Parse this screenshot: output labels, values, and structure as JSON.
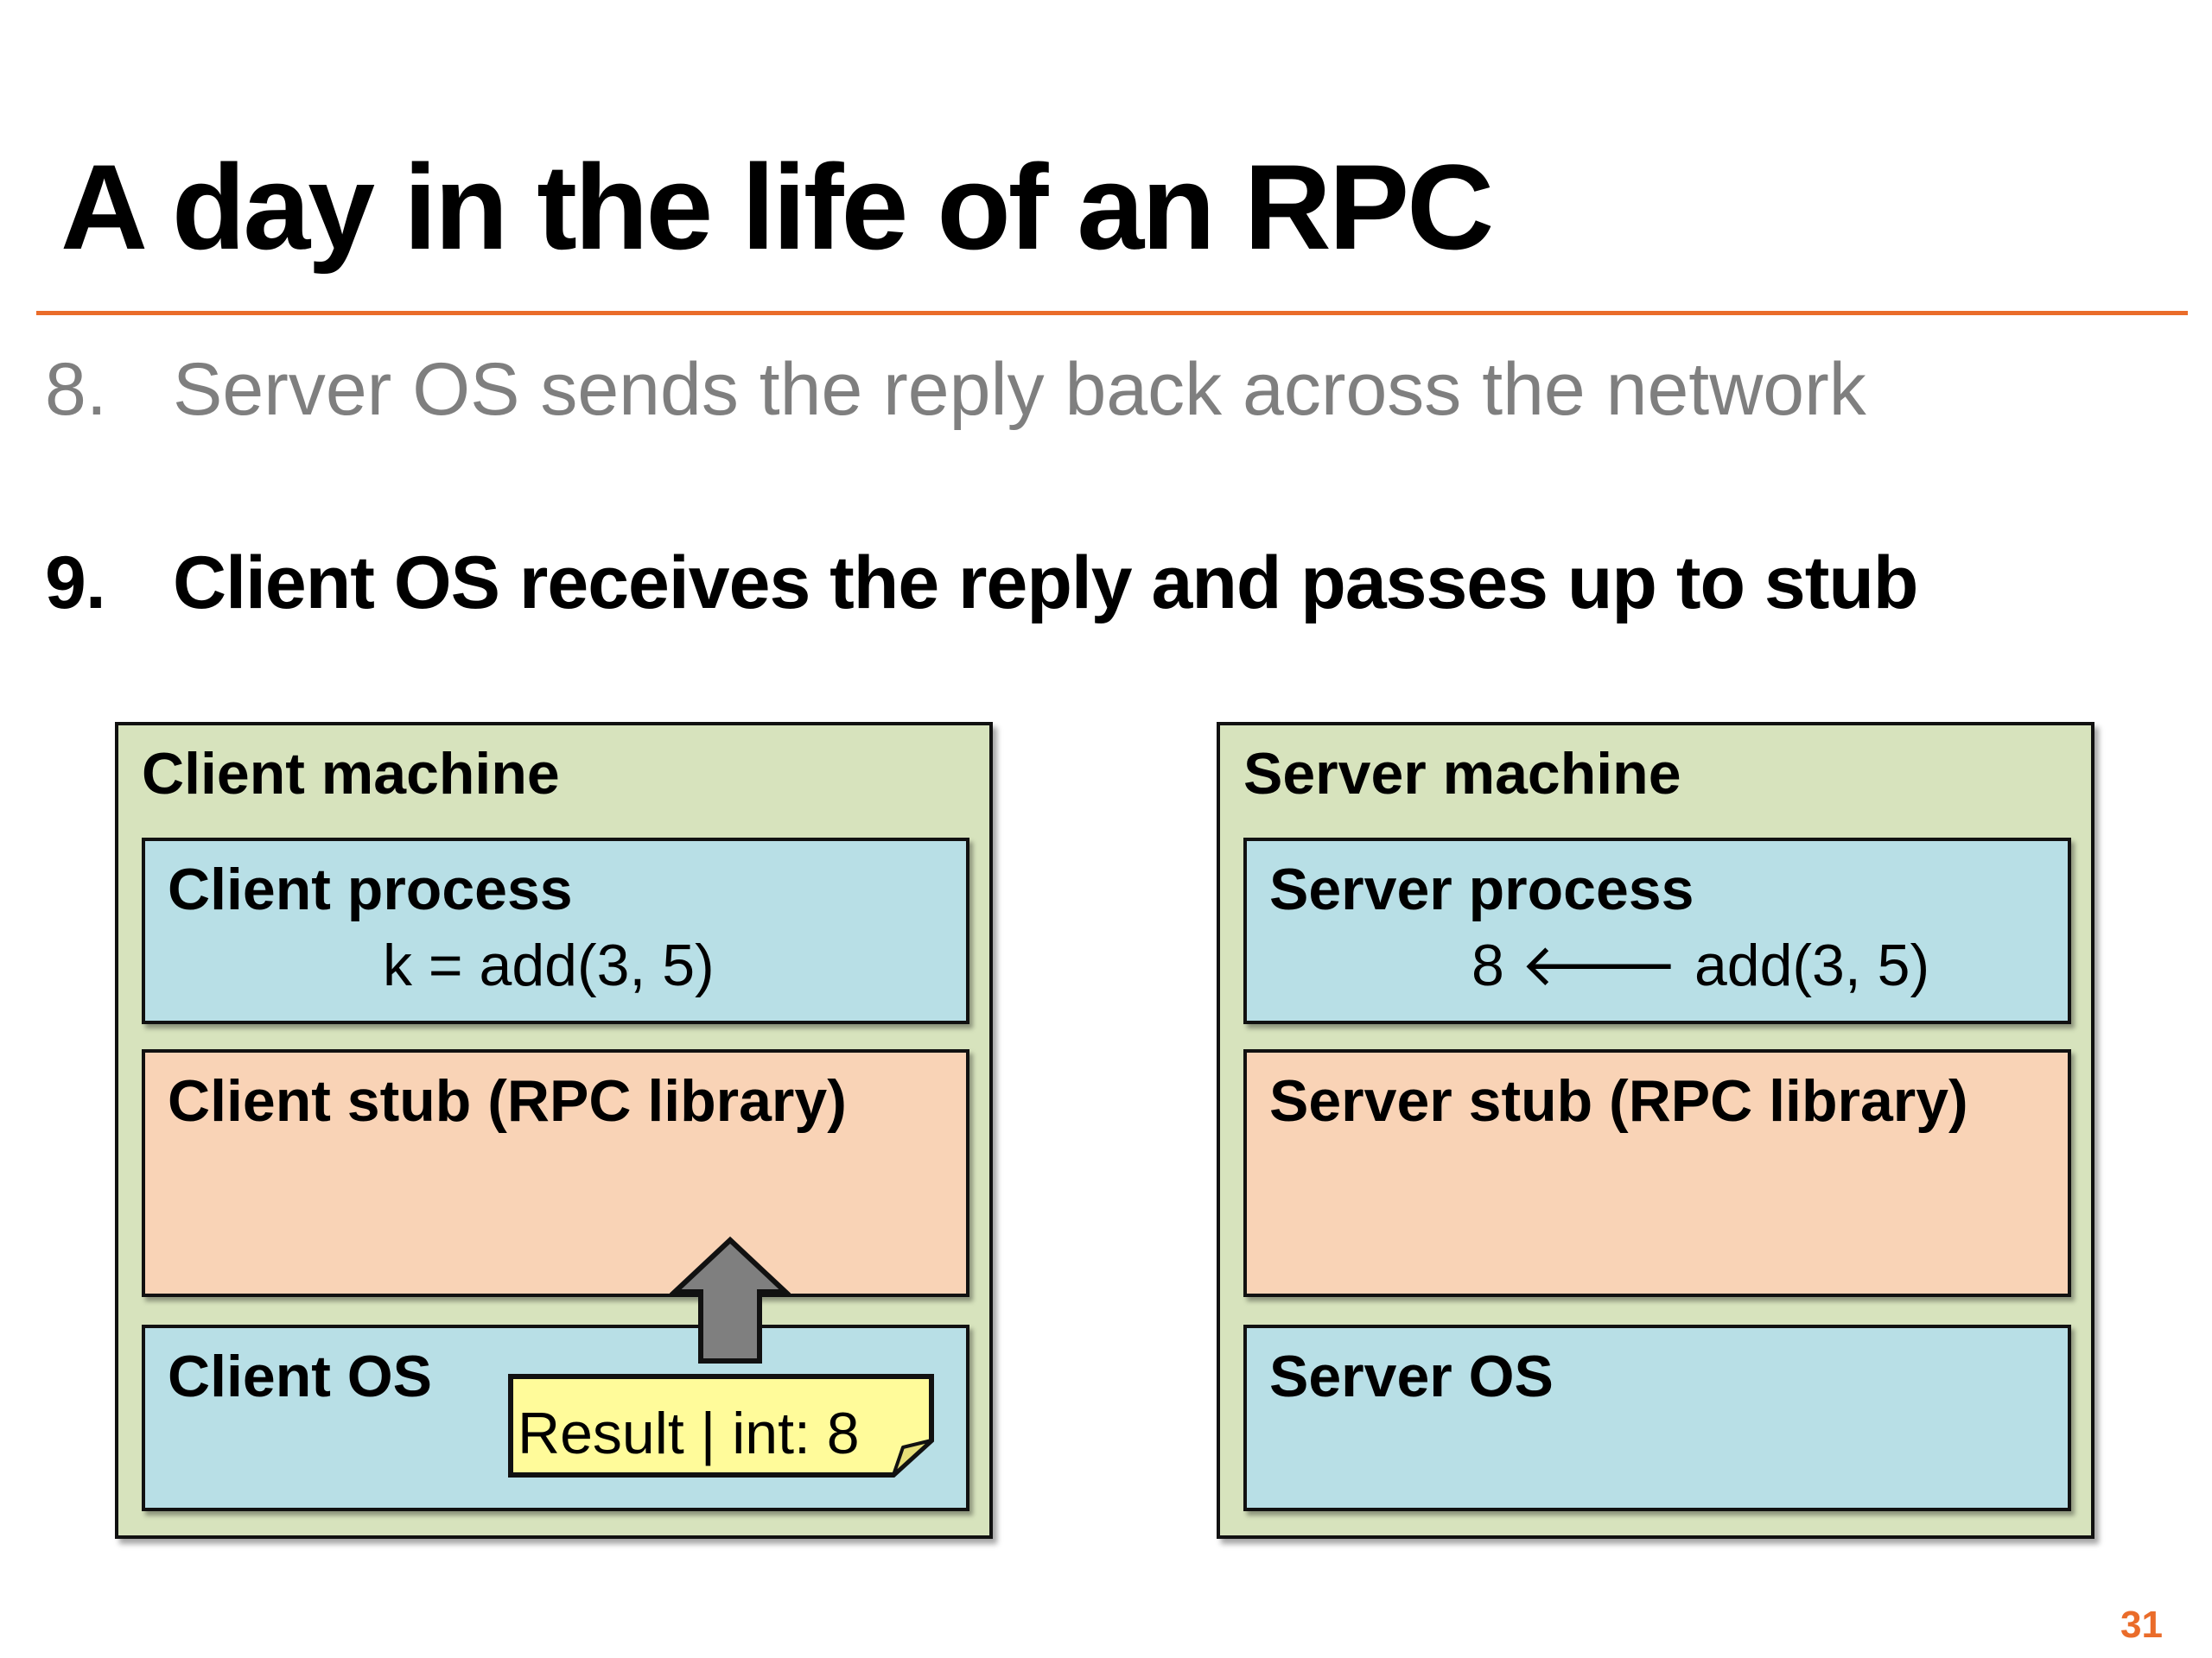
{
  "slide": {
    "title": "A day in the life of an RPC",
    "page_number": "31"
  },
  "steps": {
    "previous": {
      "number": "8.",
      "text": "Server OS sends the reply back across the network"
    },
    "current": {
      "number": "9.",
      "text": "Client OS receives the reply and passes up to stub"
    }
  },
  "client_machine": {
    "label": "Client machine",
    "process_label": "Client process",
    "process_code": "k = add(3, 5)",
    "stub_label": "Client stub (RPC library)",
    "os_label": "Client OS",
    "message": "Result | int: 8"
  },
  "server_machine": {
    "label": "Server machine",
    "process_label": "Server process",
    "process_code": "8 🡐 add(3, 5)",
    "stub_label": "Server stub (RPC library)",
    "os_label": "Server OS"
  },
  "colors": {
    "accent": "#ea6c2a",
    "machine_bg": "#d7e3bd",
    "process_os_bg": "#b8dfe6",
    "stub_bg": "#f9d3b6",
    "message_bg": "#fffb9a",
    "arrow": "#7f7f7f"
  },
  "icons": {
    "up_arrow": "arrow-up-icon"
  }
}
